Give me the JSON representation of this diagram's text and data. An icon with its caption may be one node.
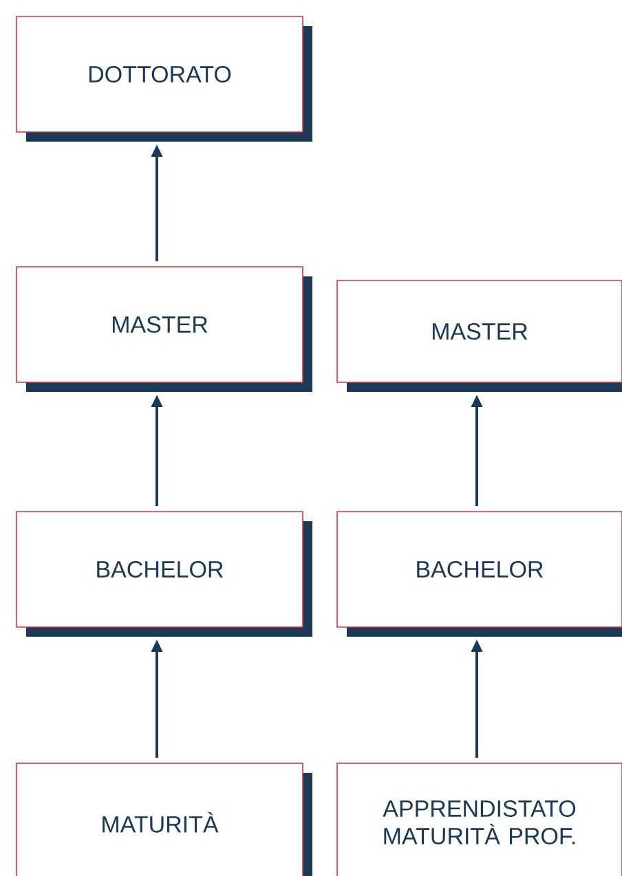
{
  "diagram": {
    "nodes": [
      {
        "text": [
          "DOTTORATO"
        ]
      },
      {
        "text": [
          "MASTER"
        ]
      },
      {
        "text": [
          "MASTER"
        ]
      },
      {
        "text": [
          "BACHELOR"
        ]
      },
      {
        "text": [
          "BACHELOR"
        ]
      },
      {
        "text": [
          "MATURITÀ"
        ]
      },
      {
        "text": [
          "APPRENDISTATO MATURITÀ PROF."
        ]
      }
    ],
    "edges": [
      {
        "from": 1,
        "to": 0,
        "arrow": "to"
      },
      {
        "from": 3,
        "to": 1,
        "arrow": "to"
      },
      {
        "from": 5,
        "to": 3,
        "arrow": "to"
      },
      {
        "from": 4,
        "to": 2,
        "arrow": "to"
      },
      {
        "from": 6,
        "to": 4,
        "arrow": "to"
      }
    ]
  }
}
